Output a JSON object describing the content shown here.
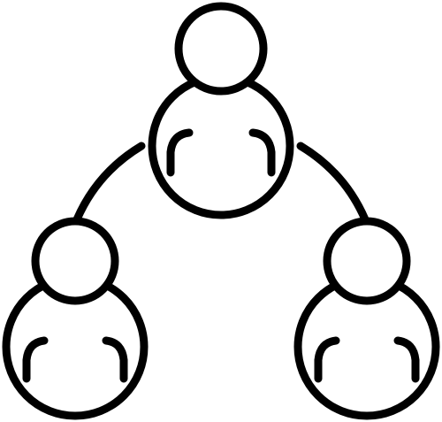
{
  "icon": {
    "name": "team-hierarchy-icon",
    "stroke_color": "#000000",
    "background_color": "#ffffff",
    "people": [
      {
        "role": "leader"
      },
      {
        "role": "member-left"
      },
      {
        "role": "member-right"
      }
    ]
  }
}
